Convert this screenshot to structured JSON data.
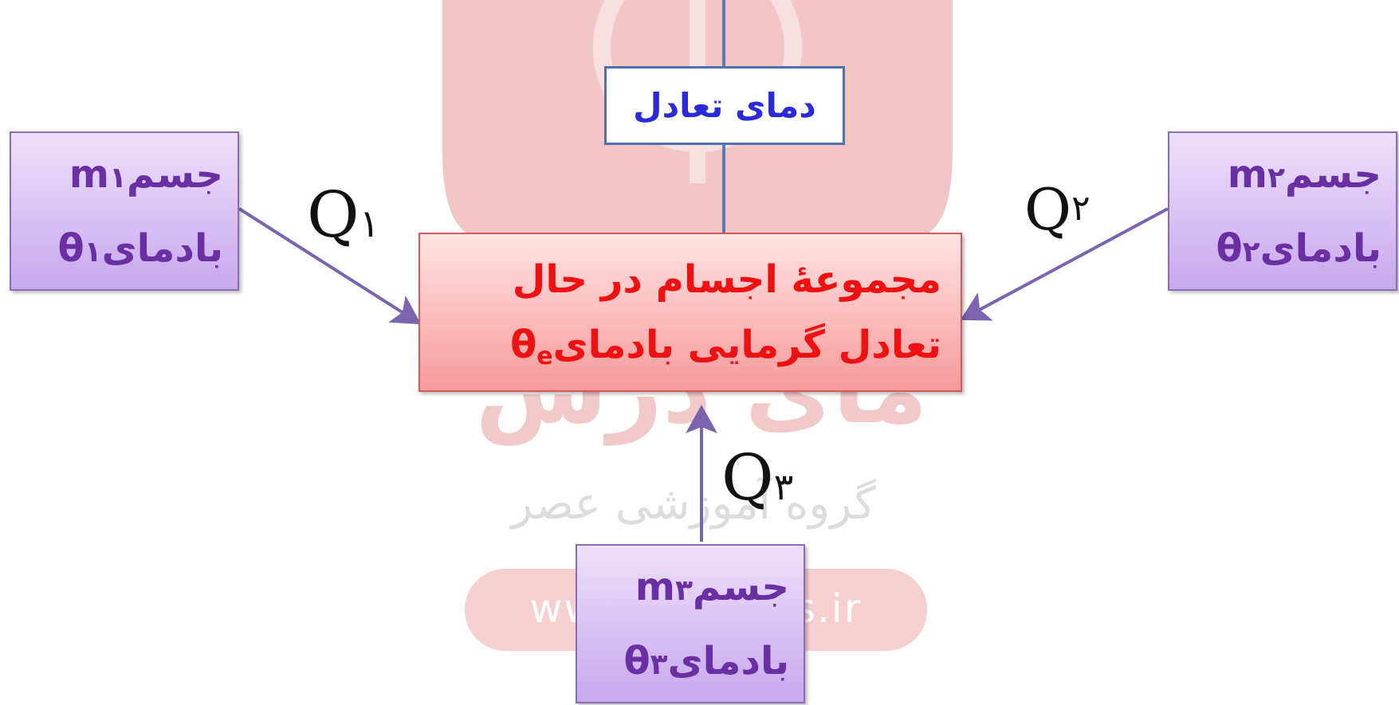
{
  "watermark": {
    "site_name": "مای درس",
    "group_text": "گروه آموزشی عصر",
    "url": "www.my-dars.ir"
  },
  "center_box": {
    "line1": "مجموعهٔ  اجسام در حال",
    "line2_text": "تعادل گرمایی بادمای",
    "line2_symbol": "θ",
    "line2_sub": "e"
  },
  "equilibrium_box": {
    "label": "دمای تعادل"
  },
  "body1": {
    "line1_text": "جسم",
    "line1_mass": "m",
    "line1_sub": "۱",
    "line2_text": "بادمای",
    "line2_theta": "θ",
    "line2_sub": "۱"
  },
  "body2": {
    "line1_text": "جسم",
    "line1_mass": "m",
    "line1_sub": "۲",
    "line2_text": "بادمای",
    "line2_theta": "θ",
    "line2_sub": "۲"
  },
  "body3": {
    "line1_text": "جسم",
    "line1_mass": "m",
    "line1_sub": "۳",
    "line2_text": "بادمای",
    "line2_theta": "θ",
    "line2_sub": "۳"
  },
  "heat_labels": {
    "q1_letter": "Q",
    "q1_sub": "۱",
    "q2_letter": "Q",
    "q2_sub": "۲",
    "q3_letter": "Q",
    "q3_sub": "۳"
  },
  "colors": {
    "arrow": "#7c63ad",
    "connector": "#5b7ab8",
    "body_text": "#6a2fa3",
    "center_text": "#ee1111",
    "equilibrium_text": "#2a2ad8"
  }
}
